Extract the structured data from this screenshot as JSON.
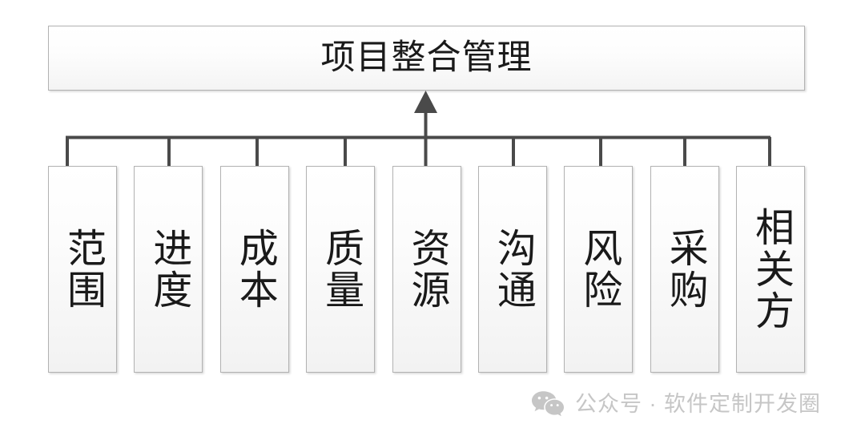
{
  "diagram": {
    "type": "hierarchy-tree",
    "orientation": "children-point-up-to-root",
    "root": {
      "label": "项目整合管理"
    },
    "children": [
      {
        "label": "范围"
      },
      {
        "label": "进度"
      },
      {
        "label": "成本"
      },
      {
        "label": "质量"
      },
      {
        "label": "资源"
      },
      {
        "label": "沟通"
      },
      {
        "label": "风险"
      },
      {
        "label": "采购"
      },
      {
        "label": "相关方"
      }
    ],
    "colors": {
      "box_border": "#b2b2b2",
      "box_fill_top": "#ffffff",
      "box_fill_bottom": "#f2f2f2",
      "text": "#1a1a1a",
      "connector": "#4a4a4a",
      "background": "#ffffff",
      "watermark": "#c6c6c6"
    }
  },
  "watermark": {
    "icon": "wechat-icon",
    "text": "公众号 · 软件定制开发圈"
  }
}
